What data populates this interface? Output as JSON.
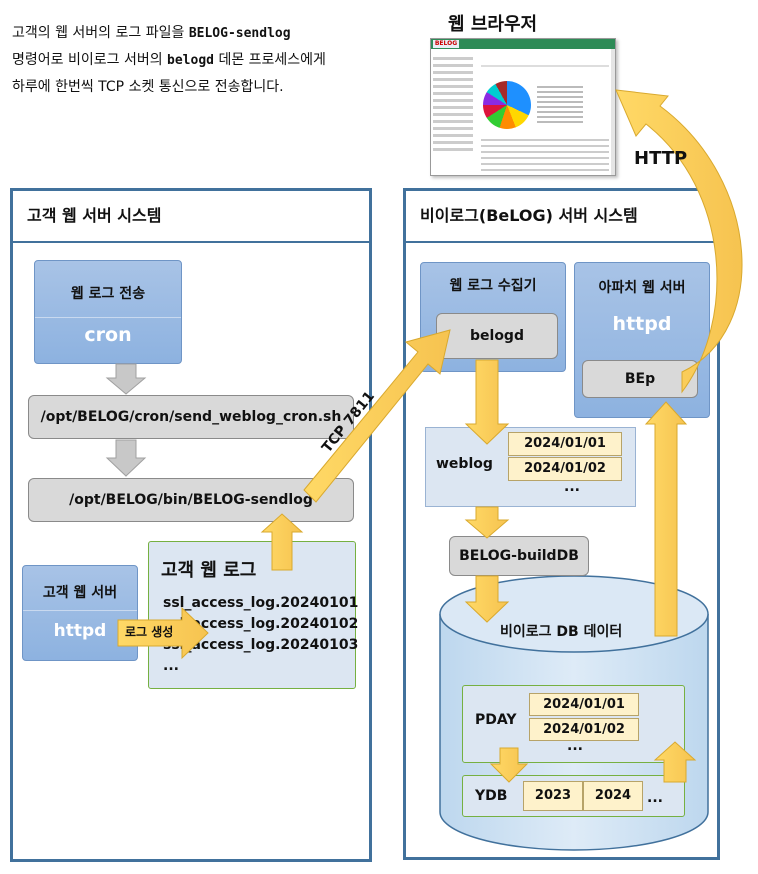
{
  "intro": {
    "line1_pre": "고객의 웹 서버의 로그 파일을 ",
    "line1_cmd": "BELOG-sendlog",
    "line2_pre": "명령어로 비이로그 서버의 ",
    "line2_cmd": "belogd",
    "line2_post": " 데몬 프로세스에게",
    "line3": "하루에 한번씩 TCP 소켓 통신으로 전송합니다."
  },
  "browser": {
    "title": "웹 브라우저",
    "logo": "BELOG"
  },
  "http_label": "HTTP",
  "tcp_label": "TCP 7811",
  "customer": {
    "title": "고객 웹 서버 시스템",
    "cron_label": "웹 로그 전송",
    "cron_value": "cron",
    "cron_script": "/opt/BELOG/cron/send_weblog_cron.sh",
    "sendlog": "/opt/BELOG/bin/BELOG-sendlog",
    "webserver_label": "고객 웹 서버",
    "webserver_value": "httpd",
    "log_gen": "로그 생성",
    "weblog_title": "고객 웹 로그",
    "weblog_files": [
      "ssl_access_log.20240101",
      "ssl_access_log.20240102",
      "ssl_access_log.20240103",
      "..."
    ]
  },
  "belog": {
    "title_pre": "비이로그",
    "title_mid": "(BeLOG)",
    "title_post": " 서버 시스템",
    "collector_label": "웹 로그 수집기",
    "collector_value": "belogd",
    "apache_label": "아파치 웹 서버",
    "apache_value": "httpd",
    "bep": "BEp",
    "weblog_label": "weblog",
    "weblog_dates": [
      "2024/01/01",
      "2024/01/02"
    ],
    "weblog_more": "...",
    "builddb": "BELOG-buildDB",
    "db_label_pre": "비이로그 ",
    "db_label_mid": "DB",
    "db_label_post": " 데이터",
    "pday_label": "PDAY",
    "pday_dates": [
      "2024/01/01",
      "2024/01/02"
    ],
    "pday_more": "...",
    "ydb_label": "YDB",
    "ydb_years": [
      "2023",
      "2024"
    ],
    "ydb_more": "..."
  }
}
